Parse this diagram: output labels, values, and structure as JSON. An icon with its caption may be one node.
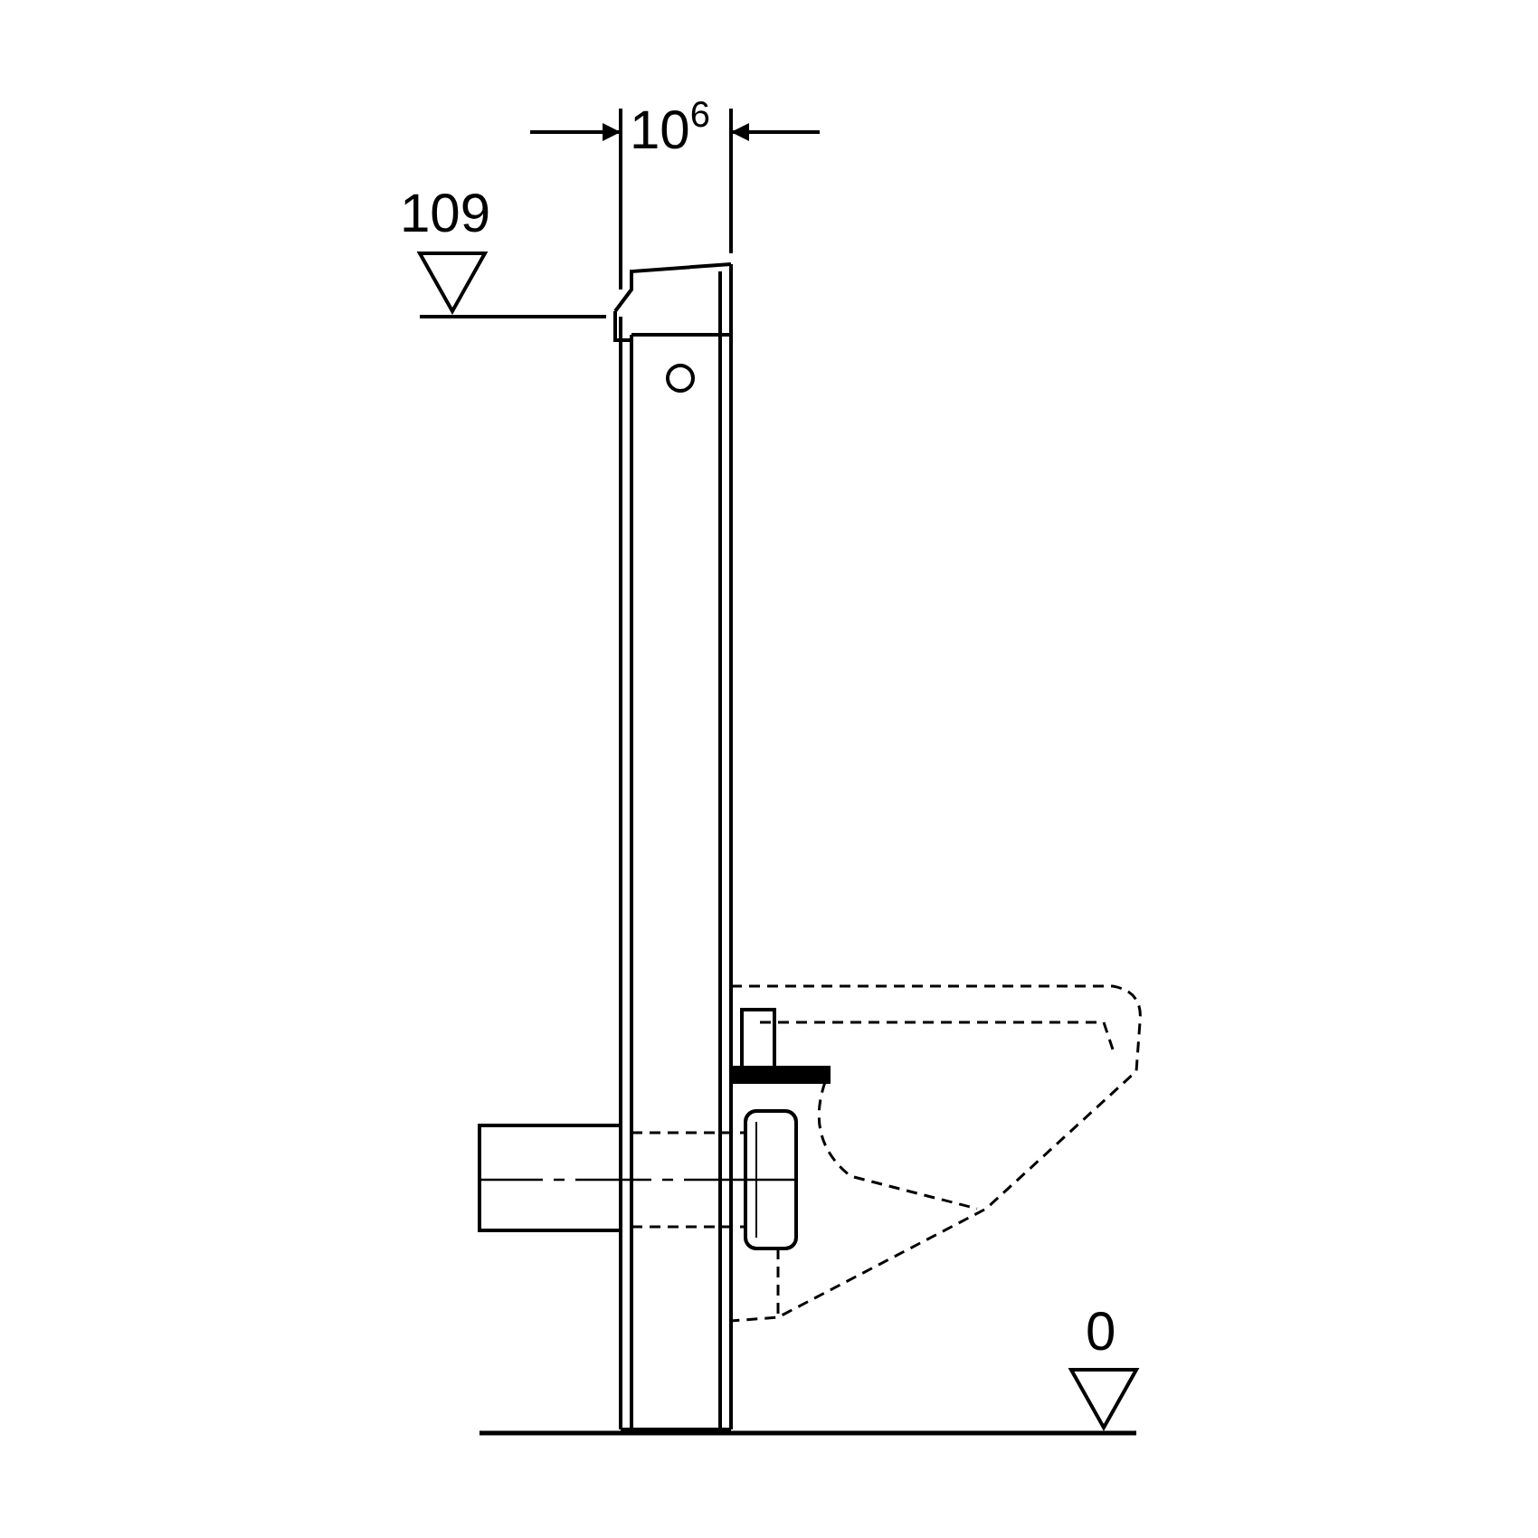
{
  "diagram": {
    "labels": [
      "10$^{6}$",
      "109",
      "0"
    ]
  }
}
